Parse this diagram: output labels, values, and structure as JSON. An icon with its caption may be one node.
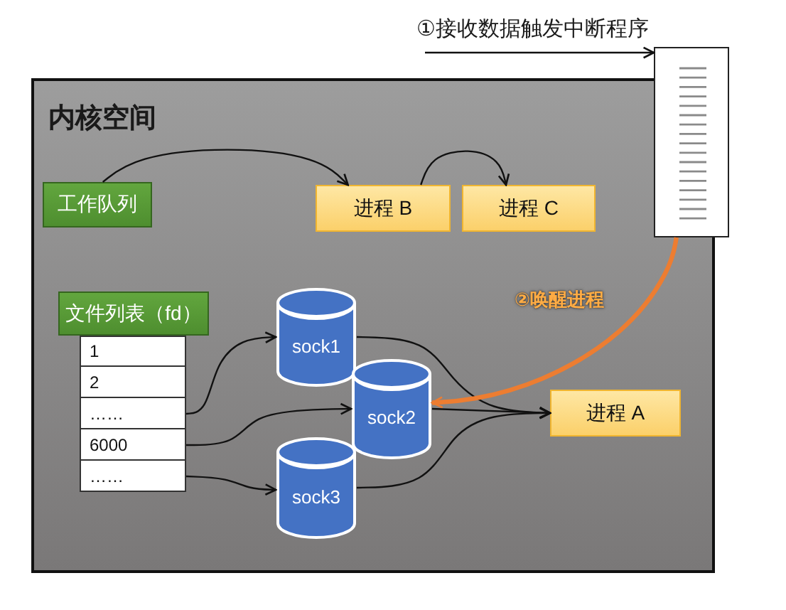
{
  "diagram": {
    "nodes": [
      {
        "text": [
          "内核空间"
        ]
      },
      {
        "text": [],
        "shape": "box"
      },
      {
        "text": [
          "工作队列"
        ],
        "in": 0
      },
      {
        "text": [
          "进程 B"
        ],
        "in": 0
      },
      {
        "text": [
          "进程 C"
        ],
        "in": 0
      },
      {
        "text": [
          "文件列表（fd）"
        ],
        "in": 0
      },
      {
        "text": [
          "1"
        ],
        "in": 0
      },
      {
        "text": [
          "2"
        ],
        "in": 0
      },
      {
        "text": [
          "……"
        ],
        "in": 0
      },
      {
        "text": [
          "6000"
        ],
        "in": 0
      },
      {
        "text": [
          "……"
        ],
        "in": 0
      },
      {
        "text": [
          "sock1"
        ],
        "in": 0
      },
      {
        "text": [
          "sock2"
        ],
        "in": 0
      },
      {
        "text": [
          "sock3"
        ],
        "in": 0
      },
      {
        "text": [
          "进程 A"
        ],
        "in": 0
      }
    ],
    "edges": [
      {
        "from": null,
        "to": 1,
        "arrow": "to",
        "label": "①接收数据触发中断程序"
      },
      {
        "from": 2,
        "to": 3,
        "arrow": "to"
      },
      {
        "from": 3,
        "to": 4,
        "arrow": "to"
      },
      {
        "from": 8,
        "to": 11,
        "arrow": "to"
      },
      {
        "from": 9,
        "to": 12,
        "arrow": "to"
      },
      {
        "from": 10,
        "to": 13,
        "arrow": "to"
      },
      {
        "from": 11,
        "to": 14,
        "arrow": "to"
      },
      {
        "from": 12,
        "to": 14,
        "arrow": "to"
      },
      {
        "from": 13,
        "to": 14,
        "arrow": "to"
      },
      {
        "from": 1,
        "to": 12,
        "arrow": "to",
        "label": "②唤醒进程",
        "style": "thick",
        "color": "#ed7d31"
      }
    ]
  }
}
